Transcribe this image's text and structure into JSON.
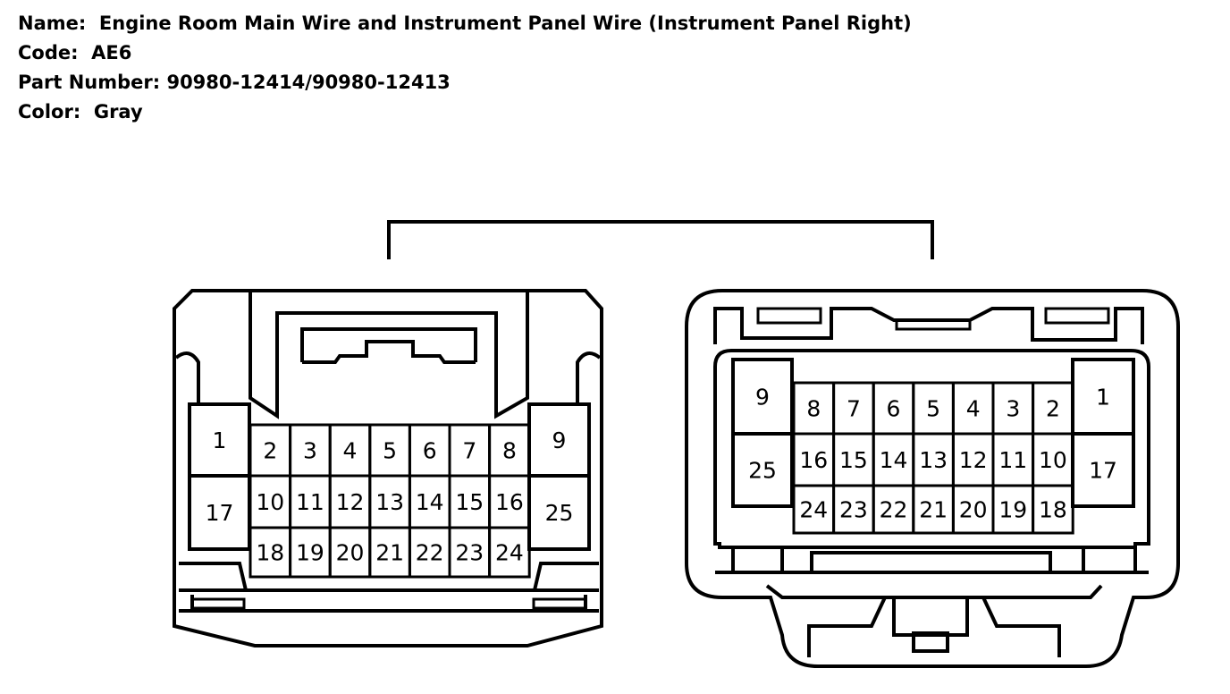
{
  "header": {
    "name_label": "Name:",
    "name_value": "Engine Room Main Wire and Instrument Panel Wire (Instrument Panel Right)",
    "code_label": "Code:",
    "code_value": "AE6",
    "part_label": "Part Number:",
    "part_value": "90980-12414/90980-12413",
    "color_label": "Color:",
    "color_value": "Gray"
  },
  "connectors": {
    "left": {
      "row1": [
        "2",
        "3",
        "4",
        "5",
        "6",
        "7",
        "8"
      ],
      "row2": [
        "10",
        "11",
        "12",
        "13",
        "14",
        "15",
        "16"
      ],
      "row3": [
        "18",
        "19",
        "20",
        "21",
        "22",
        "23",
        "24"
      ],
      "side_left": [
        "1",
        "17"
      ],
      "side_right": [
        "9",
        "25"
      ]
    },
    "right": {
      "row1": [
        "8",
        "7",
        "6",
        "5",
        "4",
        "3",
        "2"
      ],
      "row2": [
        "16",
        "15",
        "14",
        "13",
        "12",
        "11",
        "10"
      ],
      "row3": [
        "24",
        "23",
        "22",
        "21",
        "20",
        "19",
        "18"
      ],
      "side_left": [
        "9",
        "25"
      ],
      "side_right": [
        "1",
        "17"
      ]
    }
  }
}
